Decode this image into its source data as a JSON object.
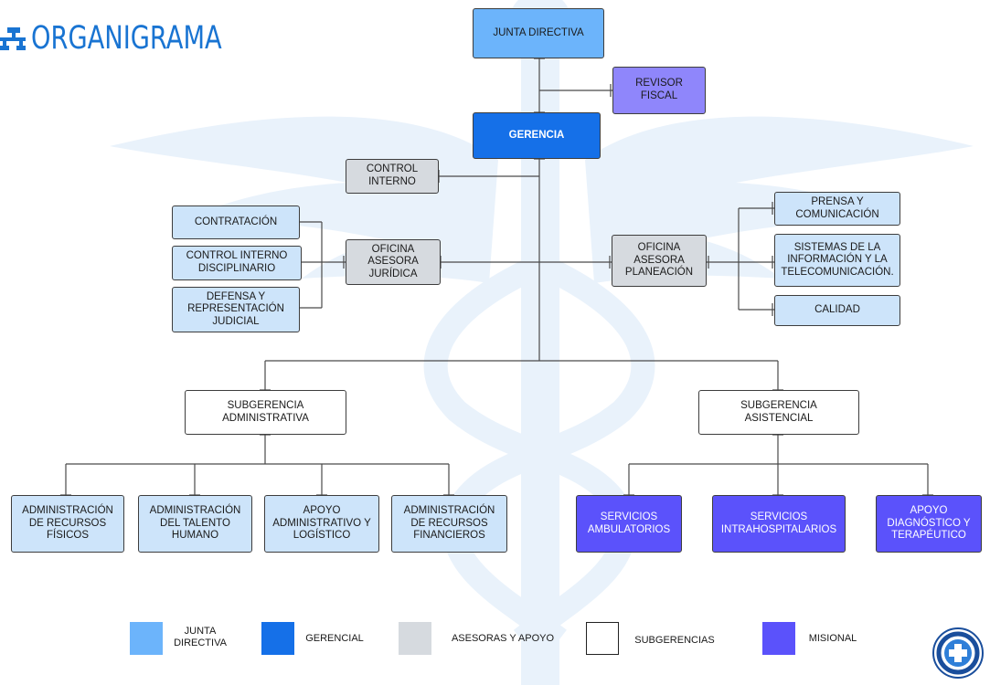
{
  "header": {
    "title": "ORGANIGRAMA",
    "icon": "org-chart-icon"
  },
  "colors": {
    "junta_directiva": "#6cb4fb",
    "gerencial": "#1570e8",
    "asesoras_y_apoyo": "#d6dadf",
    "subgerencias": "#ffffff",
    "misional": "#5b52fb",
    "revisor_fiscal": "#8f86fb",
    "dependencias": "#cde4fa",
    "title": "#1974d2"
  },
  "org": {
    "junta": "JUNTA DIRECTIVA",
    "revisor": "REVISOR\nFISCAL",
    "gerencia": "GERENCIA",
    "control_interno": "CONTROL\nINTERNO",
    "contratacion": "CONTRATACIÓN",
    "control_disciplinario": "CONTROL INTERNO\nDISCIPLINARIO",
    "defensa": "DEFENSA Y\nREPRESENTACIÓN\nJUDICIAL",
    "oficina_juridica": "OFICINA\nASESORA\nJURÍDICA",
    "oficina_planeacion": "OFICINA\nASESORA\nPLANEACIÓN",
    "prensa": "PRENSA Y\nCOMUNICACIÓN",
    "sistemas": "SISTEMAS DE LA\nINFORMACIÓN Y LA\nTELECOMUNICACIÓN.",
    "calidad": "CALIDAD",
    "sub_admin": "SUBGERENCIA\nADMINISTRATIVA",
    "sub_asist": "SUBGERENCIA\nASISTENCIAL",
    "adm_fisicos": "ADMINISTRACIÓN\nDE RECURSOS\nFÍSICOS",
    "adm_talento": "ADMINISTRACIÓN\nDEL TALENTO\nHUMANO",
    "apoyo_admin": "APOYO\nADMINISTRATIVO Y\nLOGÍSTICO",
    "adm_financieros": "ADMINISTRACIÓN\nDE RECURSOS\nFINANCIEROS",
    "serv_ambulatorios": "SERVICIOS\nAMBULATORIOS",
    "serv_intra": "SERVICIOS\nINTRAHOSPITALARIOS",
    "apoyo_diag": "APOYO\nDIAGNÓSTICO Y\nTERAPÉUTICO"
  },
  "legend": {
    "junta": "JUNTA\nDIRECTIVA",
    "gerencial": "GERENCIAL",
    "asesoras": "ASESORAS Y APOYO",
    "subgerencias": "SUBGERENCIAS",
    "misional": "MISIONAL"
  },
  "logo": {
    "icon": "hospital-seal-icon"
  }
}
